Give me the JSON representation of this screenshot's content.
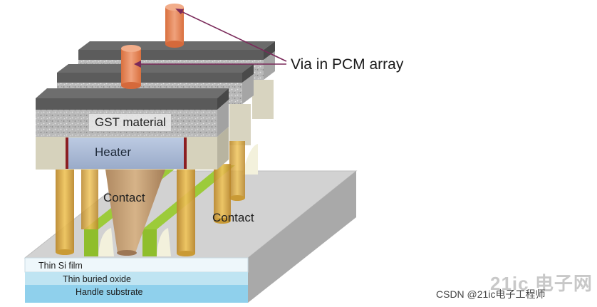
{
  "labels": {
    "via": "Via in PCM array",
    "gst": "GST material",
    "heater": "Heater",
    "contact_left": "Contact",
    "contact_right": "Contact",
    "thin_si": "Thin Si film",
    "buried_oxide": "Thin buried oxide",
    "handle": "Handle substrate"
  },
  "watermark": {
    "text": "CSDN @21ic电子工程师",
    "logo_text": "21ic 电子网"
  },
  "colors": {
    "via": "#e8865a",
    "arrow": "#7a2a5a",
    "gst_cap": "#6e6e6e",
    "gst_texture": "#b8b8b8",
    "heater": "#a9b9d6",
    "contact_gold": "#d9a93a",
    "green_spacer": "#9ccb3a",
    "substrate_top": "#d3d3d3",
    "si_film": "#eef7fb",
    "buried_oxide": "#bfe4f2",
    "handle": "#8fd0ec"
  }
}
